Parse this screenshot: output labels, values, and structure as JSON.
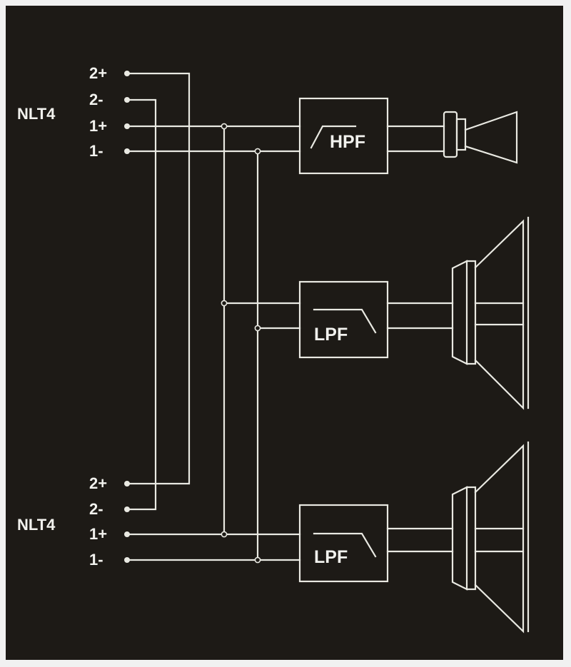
{
  "colors": {
    "background": "#1d1a16",
    "line": "#e9e9e2",
    "border": "#f1f1f1"
  },
  "connectors": [
    {
      "label": "NLT4",
      "pins": [
        "2+",
        "2-",
        "1+",
        "1-"
      ]
    },
    {
      "label": "NLT4",
      "pins": [
        "2+",
        "2-",
        "1+",
        "1-"
      ]
    }
  ],
  "filters": [
    {
      "label": "HPF",
      "response_icon": "high-pass-icon"
    },
    {
      "label": "LPF",
      "response_icon": "low-pass-icon"
    },
    {
      "label": "LPF",
      "response_icon": "low-pass-icon"
    }
  ],
  "drivers": [
    {
      "icon": "horn-tweeter-icon"
    },
    {
      "icon": "cone-woofer-icon"
    },
    {
      "icon": "cone-woofer-icon"
    }
  ]
}
